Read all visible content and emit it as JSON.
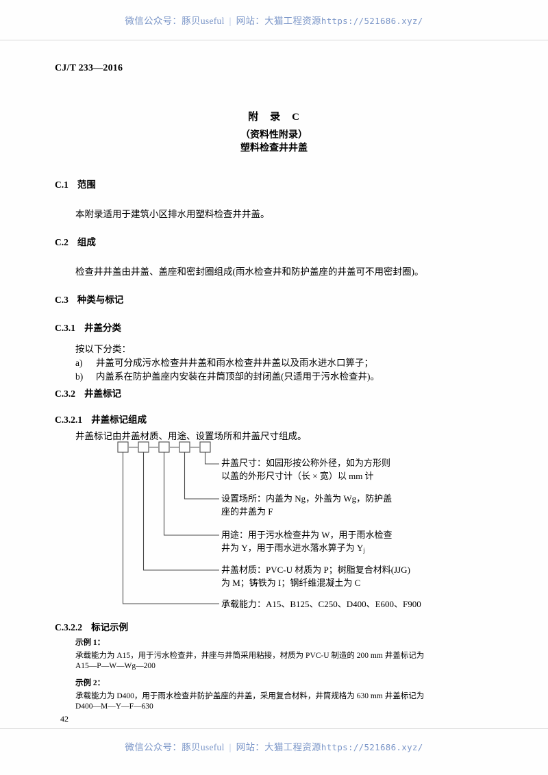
{
  "watermark": {
    "wechat_label": "微信公众号：",
    "wechat_value": "豚贝useful",
    "separator": "|",
    "site_label": "网站：",
    "site_value": "大猫工程资源",
    "url": "https://521686.xyz/",
    "color": "#7b96c8"
  },
  "header": {
    "standard_no": "CJ/T 233—2016"
  },
  "annex": {
    "title": "附　录　C",
    "subtitle": "（资料性附录）",
    "name": "塑料检查井井盖"
  },
  "sections": {
    "c1": {
      "num": "C.1",
      "title": "范围",
      "body": "本附录适用于建筑小区排水用塑料检查井井盖。"
    },
    "c2": {
      "num": "C.2",
      "title": "组成",
      "body": "检查井井盖由井盖、盖座和密封圈组成(雨水检查井和防护盖座的井盖可不用密封圈)。"
    },
    "c3": {
      "num": "C.3",
      "title": "种类与标记"
    },
    "c31": {
      "num": "C.3.1",
      "title": "井盖分类",
      "intro": "按以下分类：",
      "items": [
        {
          "label": "a)",
          "text": "井盖可分成污水检查井井盖和雨水检查井井盖以及雨水进水口箅子；"
        },
        {
          "label": "b)",
          "text": "内盖系在防护盖座内安装在井筒顶部的封闭盖(只适用于污水检查井)。"
        }
      ]
    },
    "c32": {
      "num": "C.3.2",
      "title": "井盖标记"
    },
    "c321": {
      "num": "C.3.2.1",
      "title": "井盖标记组成",
      "body": "井盖标记由井盖材质、用途、设置场所和井盖尺寸组成。"
    },
    "c322": {
      "num": "C.3.2.2",
      "title": "标记示例"
    }
  },
  "diagram": {
    "box_count": 5,
    "annotations": [
      {
        "id": "size",
        "from_box": 5,
        "lines": [
          "井盖尺寸：如园形按公称外径，如为方形则",
          "以盖的外形尺寸计（长 × 宽）以 mm 计"
        ]
      },
      {
        "id": "location",
        "from_box": 4,
        "lines": [
          "设置场所：内盖为 Ng，外盖为 Wg，防护盖",
          "座的井盖为 F"
        ]
      },
      {
        "id": "usage",
        "from_box": 3,
        "lines": [
          "用途：用于污水检查井为 W，用于雨水检查",
          "井为 Y，用于雨水进水落水箅子为 Y"
        ],
        "subscript_tail": "j"
      },
      {
        "id": "material",
        "from_box": 2,
        "lines": [
          "井盖材质：PVC-U 材质为 P；树脂复合材料(JJG)",
          "为 M；铸铁为 I；钢纤维混凝土为 C"
        ]
      },
      {
        "id": "bearing",
        "from_box": 1,
        "lines": [
          "承载能力：A15、B125、C250、D400、E600、F900"
        ]
      }
    ]
  },
  "examples": [
    {
      "label": "示例 1：",
      "lines": [
        "承载能力为 A15，用于污水检查井，井座与井筒采用粘接，材质为 PVC-U 制造的 200 mm 井盖标记为",
        "A15—P—W—Wg—200"
      ]
    },
    {
      "label": "示例 2：",
      "lines": [
        "承载能力为 D400，用于雨水检查井防护盖座的井盖，采用复合材料，井筒规格为 630 mm 井盖标记为",
        "D400—M—Y—F—630"
      ]
    }
  ],
  "footer": {
    "page_number": "42"
  }
}
